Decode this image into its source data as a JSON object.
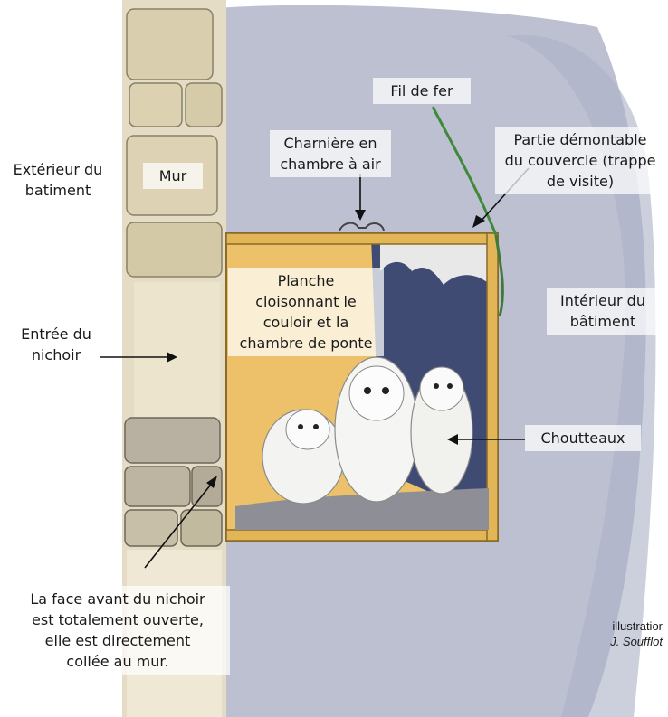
{
  "labels": {
    "exterieur": "Extérieur du\nbatiment",
    "mur": "Mur",
    "entree": "Entrée du\nnichoir",
    "fil": "Fil de fer",
    "charniere": "Charnière en\nchambre à air",
    "partie": "Partie démontable\ndu couvercle (trappe\nde visite)",
    "planche": "Planche\ncloisonnant le\ncouloir et la\nchambre de ponte",
    "interieur": "Intérieur du\nbâtiment",
    "choutteaux": "Choutteaux",
    "face": "La face avant du nichoir\nest totalement ouverte,\nelle est directement\ncollée au mur."
  },
  "credit": {
    "line1": "illustratior",
    "line2": "J. Soufflot"
  },
  "colors": {
    "wall_grey": "#b9bdcf",
    "stone": "#ddd3b6",
    "wood": "#ecc16a",
    "owl": "#f3f3f1"
  }
}
